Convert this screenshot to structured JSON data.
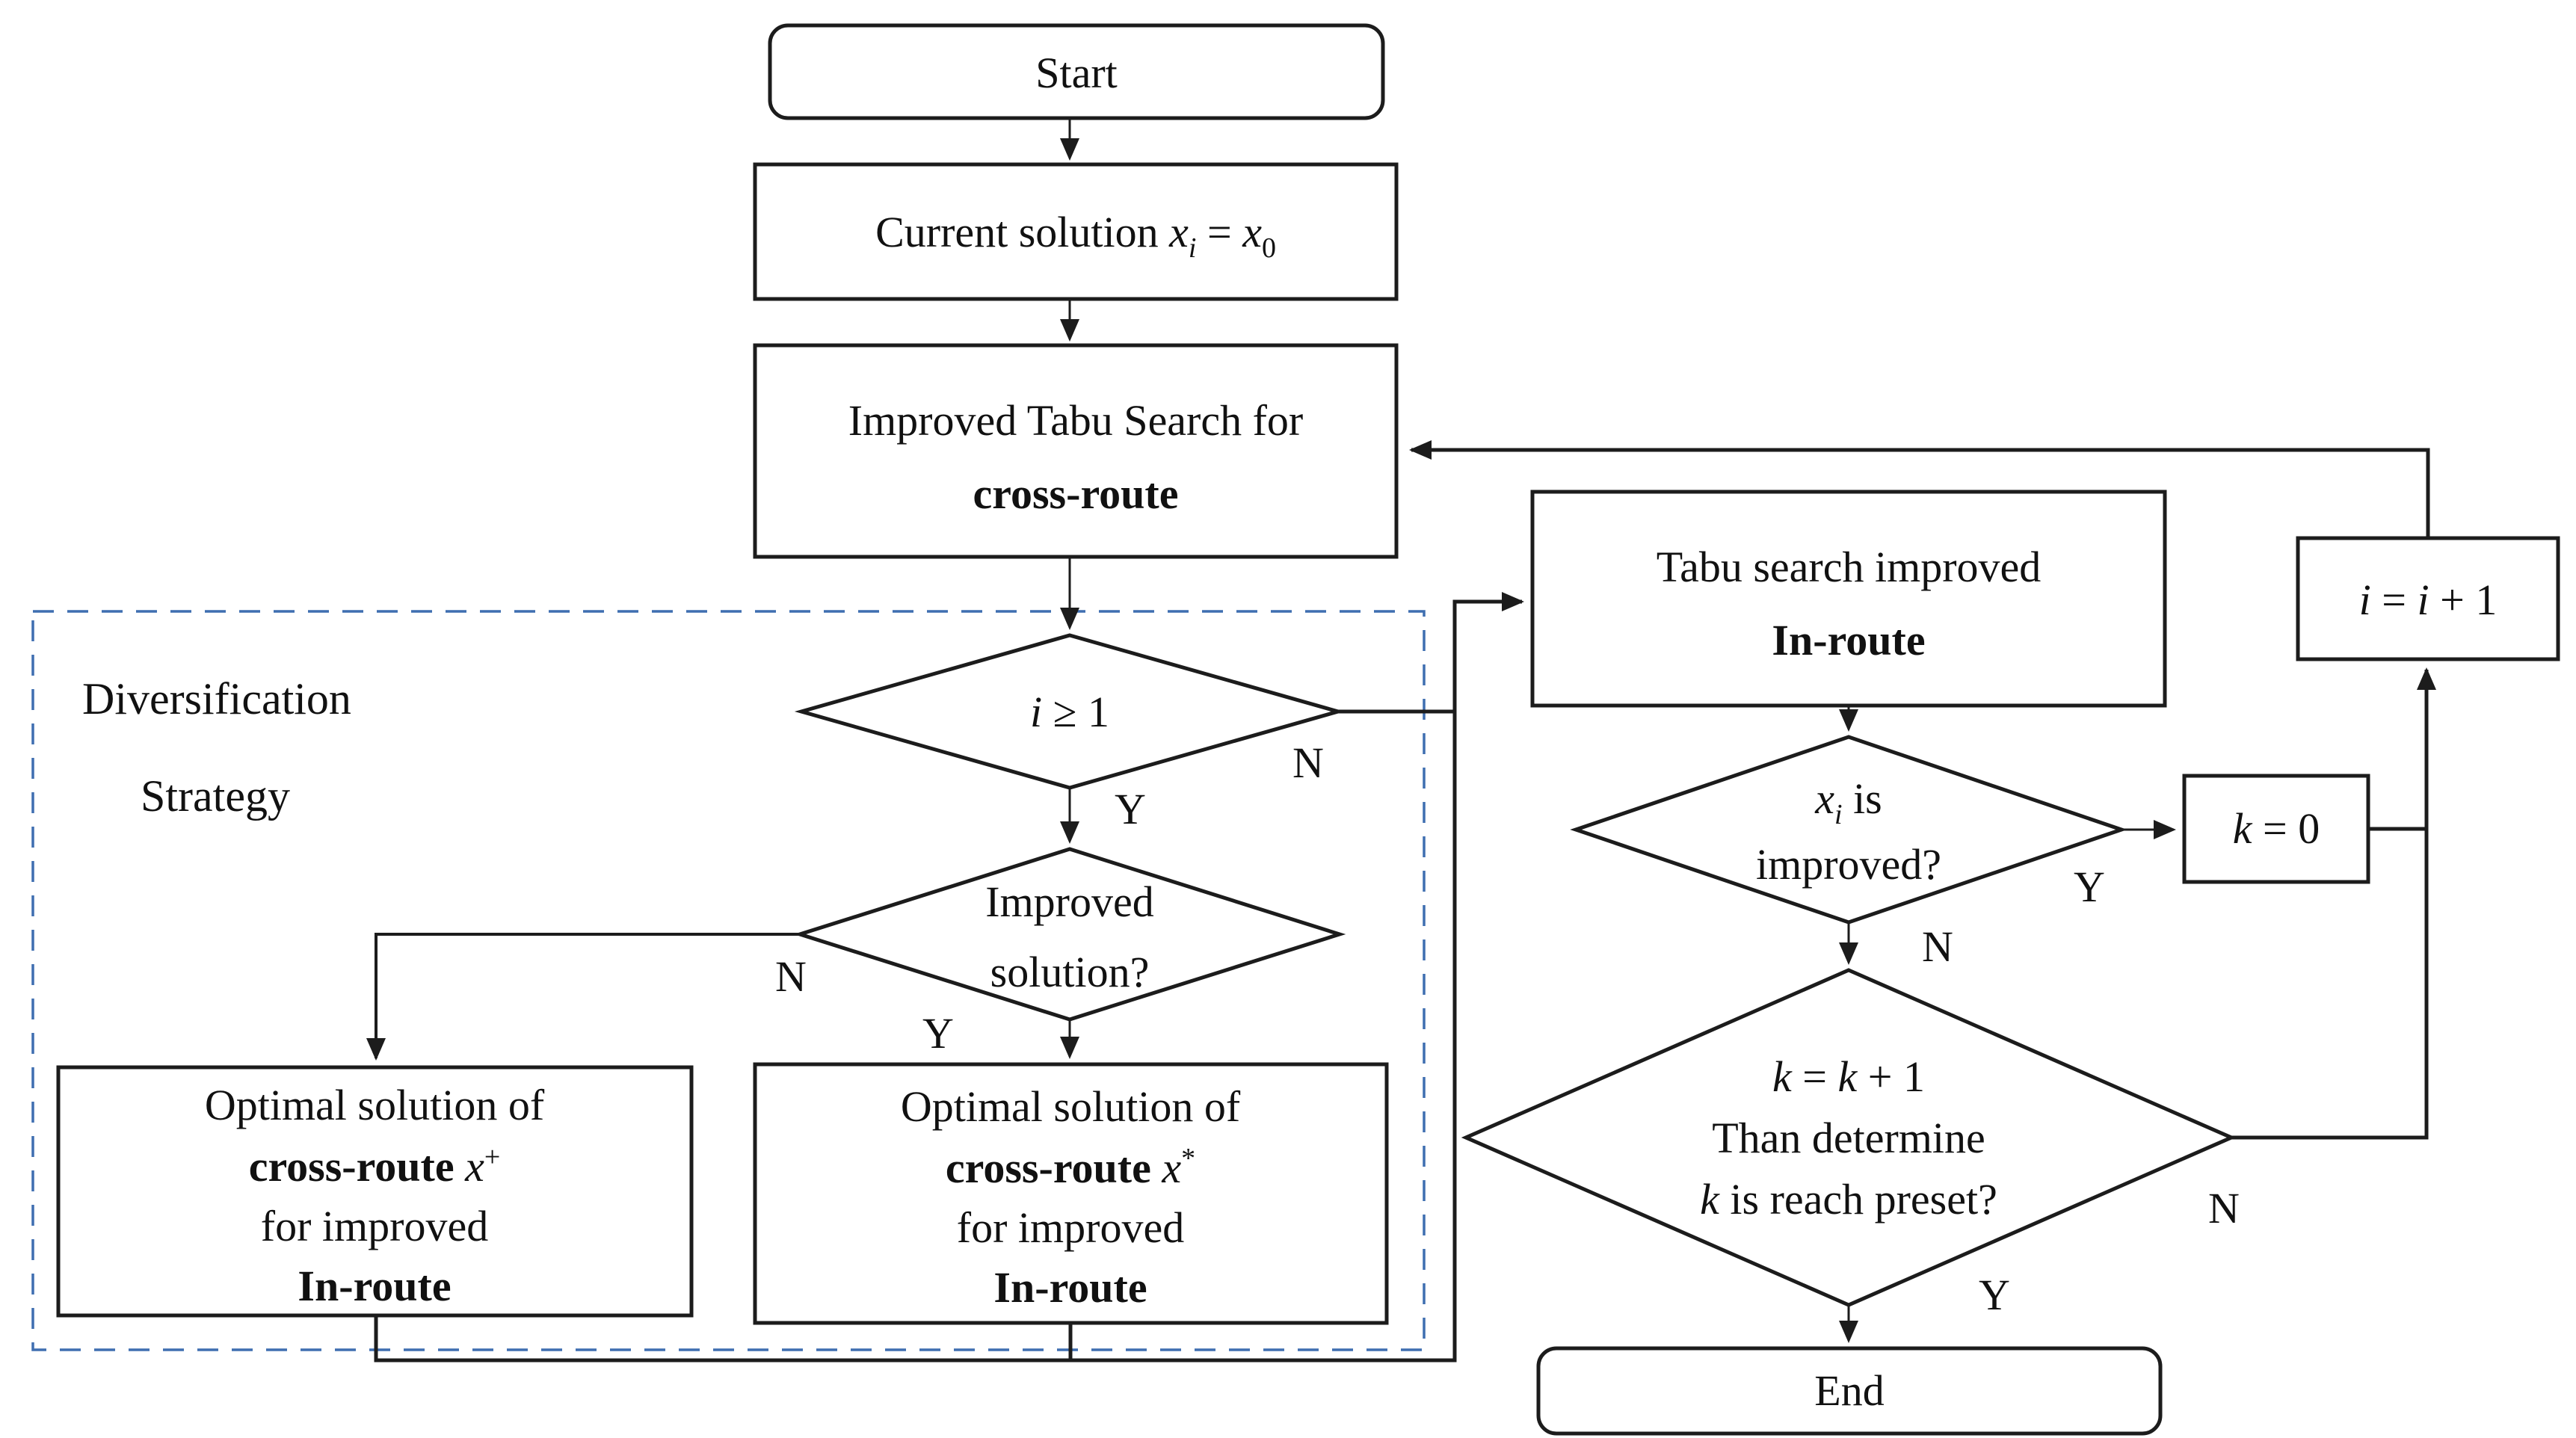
{
  "colors": {
    "line": "#1c1c1c",
    "dashed_region": "#3f6eb0",
    "background": "#ffffff"
  },
  "region": {
    "line1": "Diversification",
    "line2": "Strategy"
  },
  "edge_labels": {
    "i_ge_1_N": "N",
    "i_ge_1_Y": "Y",
    "improved_N": "N",
    "improved_Y": "Y",
    "xi_Y": "Y",
    "xi_N": "N",
    "preset_N": "N",
    "preset_Y": "Y"
  },
  "nodes": {
    "start": {
      "label": "Start"
    },
    "current": {
      "pre": "Current solution ",
      "v1": "x",
      "s1": "i",
      "mid": " = ",
      "v2": "x",
      "s2": "0"
    },
    "tabu_cross": {
      "line1": "Improved Tabu Search for",
      "line2": "cross-route"
    },
    "i_ge_1": {
      "v": "i",
      "rest": " ≥ 1"
    },
    "improved": {
      "line1": "Improved",
      "line2": "solution?"
    },
    "opt_plus": {
      "line1": "Optimal solution of",
      "bold": "cross-route ",
      "v": "x",
      "sup": "+",
      "line3": "for improved",
      "line4": "In-route"
    },
    "opt_star": {
      "line1": "Optimal solution of",
      "bold": "cross-route ",
      "v": "x",
      "sup": "*",
      "line3": "for improved",
      "line4": "In-route"
    },
    "tabu_in": {
      "line1": "Tabu search improved",
      "line2": "In-route"
    },
    "xi_improved": {
      "v": "x",
      "s": "i",
      "rest": " is",
      "line2": "improved?"
    },
    "k0": {
      "v": "k",
      "rest": " = 0"
    },
    "k_preset": {
      "l1v1": "k",
      "l1m": " = ",
      "l1v2": "k",
      "l1r": " + 1",
      "line2": "Than determine",
      "l3v": "k",
      "l3r": " is reach preset?"
    },
    "end": {
      "label": "End"
    },
    "i_inc": {
      "v1": "i",
      "m": " = ",
      "v2": "i",
      "r": " + 1"
    }
  }
}
